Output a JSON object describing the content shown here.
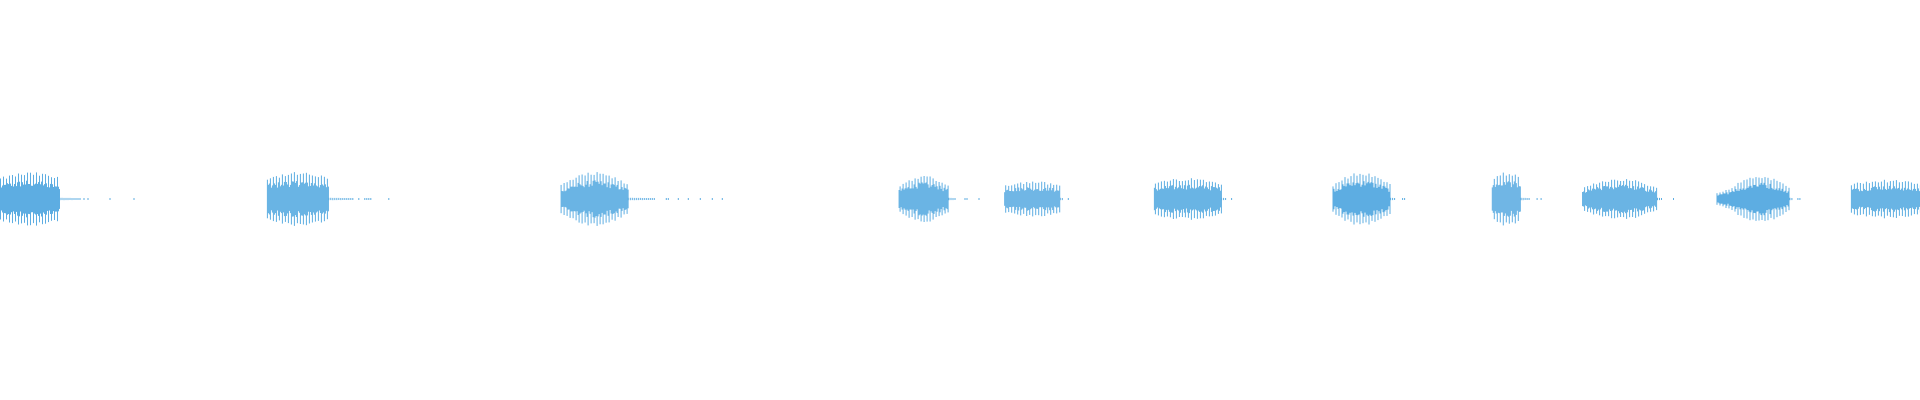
{
  "chart_data": {
    "type": "waveform",
    "title": "",
    "xlabel": "",
    "ylabel": "",
    "time_range": [
      0,
      100
    ],
    "amplitude_range": [
      -1,
      1
    ],
    "grid": false,
    "color": "#5dade2",
    "bursts": [
      {
        "start": 0.0,
        "end": 3.1,
        "peak": 0.9,
        "tail_end": 7.5,
        "shape": "flat"
      },
      {
        "start": 13.9,
        "end": 17.1,
        "peak": 0.9,
        "tail_end": 21.9,
        "shape": "flat"
      },
      {
        "start": 29.2,
        "end": 32.7,
        "peak": 0.9,
        "tail_end": 38.3,
        "shape": "hump"
      },
      {
        "start": 46.8,
        "end": 49.4,
        "peak": 0.8,
        "tail_end": 51.0,
        "shape": "hump"
      },
      {
        "start": 52.3,
        "end": 55.2,
        "peak": 0.6,
        "tail_end": 56.0,
        "shape": "flat"
      },
      {
        "start": 60.1,
        "end": 63.6,
        "peak": 0.7,
        "tail_end": 64.7,
        "shape": "flat"
      },
      {
        "start": 69.4,
        "end": 72.4,
        "peak": 0.9,
        "tail_end": 73.5,
        "shape": "hump"
      },
      {
        "start": 77.7,
        "end": 79.2,
        "peak": 0.9,
        "tail_end": 81.0,
        "shape": "flat"
      },
      {
        "start": 82.4,
        "end": 86.3,
        "peak": 0.7,
        "tail_end": 87.4,
        "shape": "hump"
      },
      {
        "start": 89.4,
        "end": 93.2,
        "peak": 0.8,
        "tail_end": 94.0,
        "shape": "rise"
      },
      {
        "start": 96.4,
        "end": 100,
        "peak": 0.65,
        "tail_end": 100,
        "shape": "flat"
      }
    ]
  }
}
